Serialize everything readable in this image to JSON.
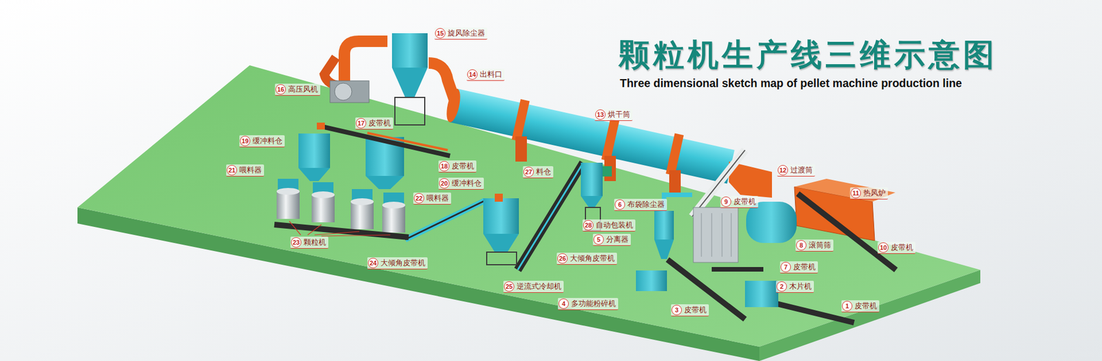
{
  "diagram": {
    "title": "颗粒机生产线三维示意图",
    "labels": [
      "Three dimensional sketch map of pellet machine production line",
      "1",
      "皮带机",
      "2",
      "木片机",
      "3",
      "皮带机",
      "4",
      "多功能粉碎机",
      "5",
      "分离器",
      "6",
      "布袋除尘器",
      "7",
      "皮带机",
      "8",
      "滚筒筛",
      "9",
      "皮带机",
      "10",
      "皮带机",
      "11",
      "热风炉",
      "12",
      "过渡筒",
      "13",
      "烘干筒",
      "14",
      "出料口",
      "15",
      "旋风除尘器",
      "16",
      "高压风机",
      "17",
      "皮带机",
      "18",
      "皮带机",
      "19",
      "缓冲料仓",
      "20",
      "缓冲料仓",
      "21",
      "喂料器",
      "22",
      "喂料器",
      "23",
      "颗粒机",
      "24",
      "大倾角皮带机",
      "25",
      "逆流式冷却机",
      "26",
      "大倾角皮带机",
      "27",
      "料仓",
      "28",
      "自动包装机"
    ]
  }
}
